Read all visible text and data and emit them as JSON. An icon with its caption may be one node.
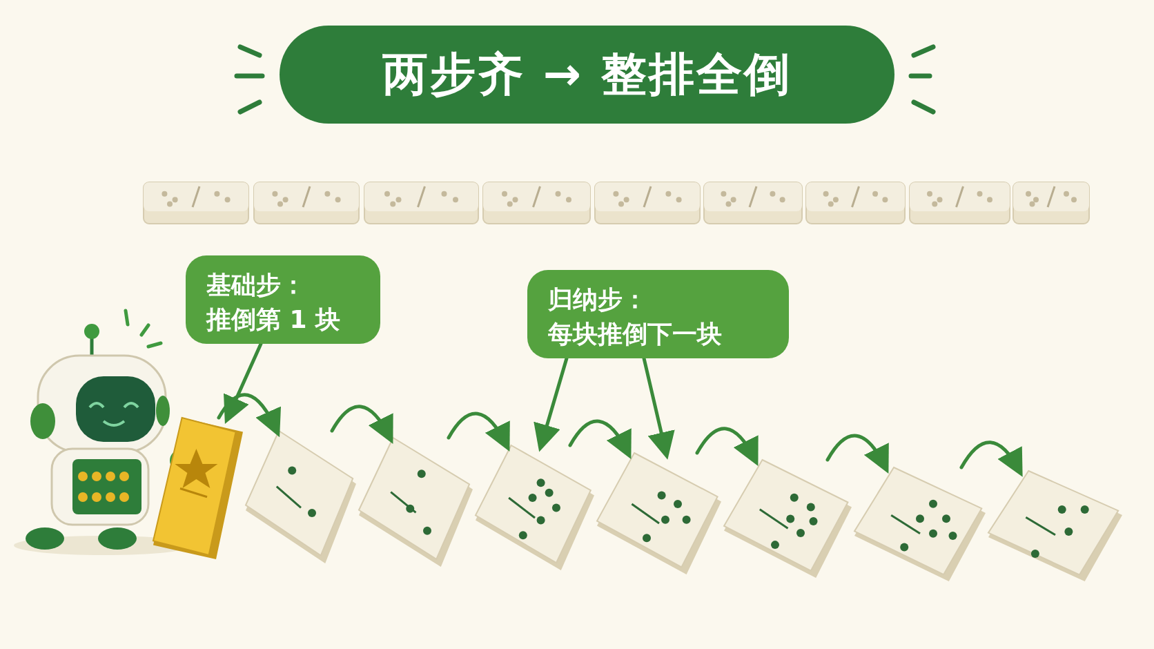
{
  "diagram": {
    "title": "两步齐 → 整排全倒",
    "nodes": [
      {
        "text": [
          "基础步：",
          "推倒第 1 块"
        ]
      },
      {
        "text": [
          "归纳步：",
          "每块推倒下一块"
        ]
      },
      {
        "text": [],
        "shape": "box"
      },
      {
        "text": [],
        "shape": "box"
      },
      {
        "text": [],
        "shape": "box"
      },
      {
        "text": [],
        "shape": "box"
      },
      {
        "text": [],
        "shape": "box"
      },
      {
        "text": [],
        "shape": "box"
      },
      {
        "text": [],
        "shape": "box"
      },
      {
        "text": [],
        "shape": "box"
      }
    ],
    "edges": [
      {
        "from": 0,
        "to": 2,
        "arrow": "to"
      },
      {
        "from": 1,
        "to": 5,
        "arrow": "to"
      },
      {
        "from": 1,
        "to": 6,
        "arrow": "to"
      },
      {
        "from": 2,
        "to": 3,
        "arrow": "to"
      },
      {
        "from": 3,
        "to": 4,
        "arrow": "to"
      },
      {
        "from": 4,
        "to": 5,
        "arrow": "to"
      },
      {
        "from": 5,
        "to": 6,
        "arrow": "to"
      },
      {
        "from": 6,
        "to": 7,
        "arrow": "to"
      },
      {
        "from": 7,
        "to": 8,
        "arrow": "to"
      },
      {
        "from": 8,
        "to": 9,
        "arrow": "to"
      }
    ]
  }
}
